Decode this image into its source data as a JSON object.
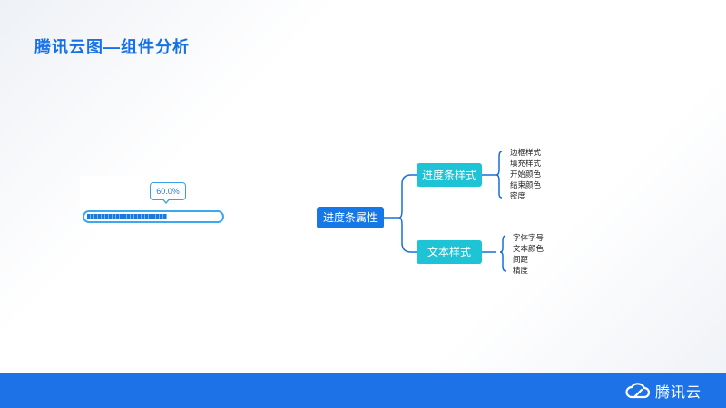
{
  "title": "腾讯云图—组件分析",
  "progress": {
    "value": 0.6,
    "label": "60.0%"
  },
  "mindmap": {
    "root": "进度条属性",
    "branches": [
      {
        "label": "进度条样式",
        "items": [
          "边框样式",
          "填充样式",
          "开始颜色",
          "结束颜色",
          "密度"
        ]
      },
      {
        "label": "文本样式",
        "items": [
          "字体字号",
          "文本颜色",
          "间距",
          "精度"
        ]
      }
    ]
  },
  "footer": {
    "brand": "腾讯云"
  },
  "colors": {
    "accent": "#1671e8",
    "branch": "#1fc3d6",
    "root": "#1677e6",
    "footer": "#1c72e6"
  }
}
